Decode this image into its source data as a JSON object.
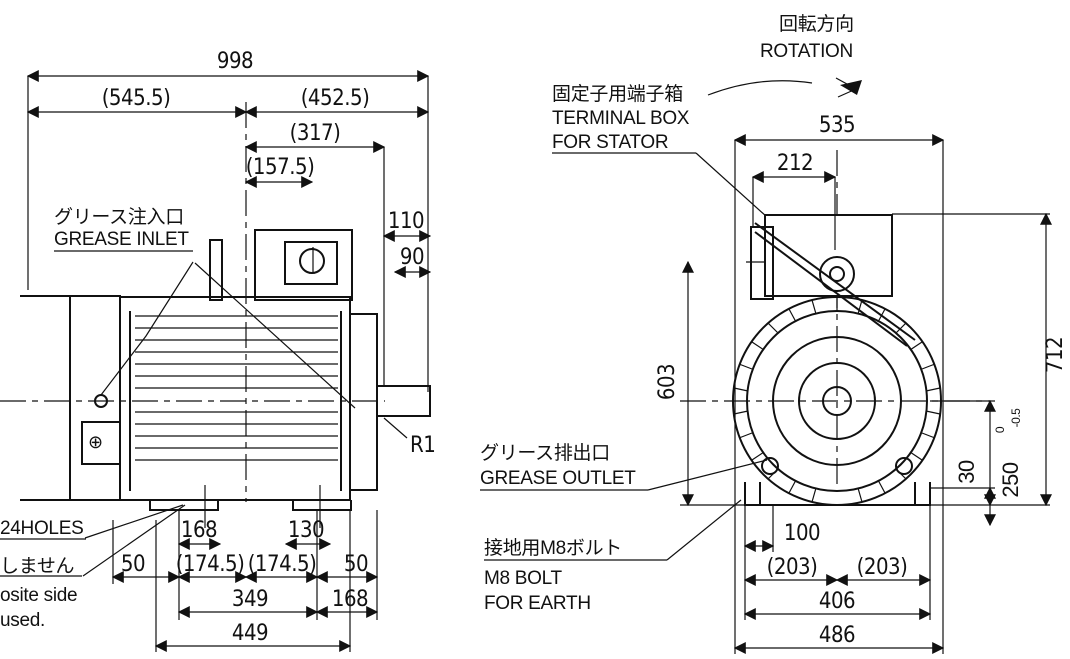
{
  "colors": {
    "line": "#111111",
    "background": "#ffffff"
  },
  "side_view": {
    "dimensions": {
      "overall_length": "998",
      "left_part": "(545.5)",
      "right_part": "(452.5)",
      "shaft_side": "(317)",
      "terminal_offset": "(157.5)",
      "shaft_length": "110",
      "shaft_key": "90",
      "shaft_radius": "R1",
      "left_hole_spacing": "168",
      "right_hole_spacing": "130",
      "left_half": "(174.5)",
      "right_half": "(174.5)",
      "left_edge": "50",
      "right_edge": "50",
      "foot_span": "349",
      "foot_end": "168",
      "foot_length": "449"
    },
    "labels": {
      "grease_inlet_jp": "グリース注入口",
      "grease_inlet_en": "GREASE INLET",
      "holes": "24HOLES",
      "note_jp": "しません",
      "note_en_1": "osite side",
      "note_en_2": "used."
    }
  },
  "end_view": {
    "labels": {
      "rotation_jp": "回転方向",
      "rotation_en": "ROTATION",
      "terminal_jp": "固定子用端子箱",
      "terminal_en_1": "TERMINAL BOX",
      "terminal_en_2": "FOR STATOR",
      "grease_outlet_jp": "グリース排出口",
      "grease_outlet_en": "GREASE OUTLET",
      "earth_jp": "接地用M8ボルト",
      "earth_en_1": "M8 BOLT",
      "earth_en_2": "FOR EARTH"
    },
    "dimensions": {
      "overall_width": "535",
      "terminal_offset": "212",
      "center_height": "603",
      "overall_height": "712",
      "foot_thickness": "30",
      "shaft_height": "250",
      "tolerance_upper": "0",
      "tolerance_lower": "-0.5",
      "earth_offset": "100",
      "left_half": "(203)",
      "right_half": "(203)",
      "foot_spacing": "406",
      "foot_width": "486"
    }
  }
}
